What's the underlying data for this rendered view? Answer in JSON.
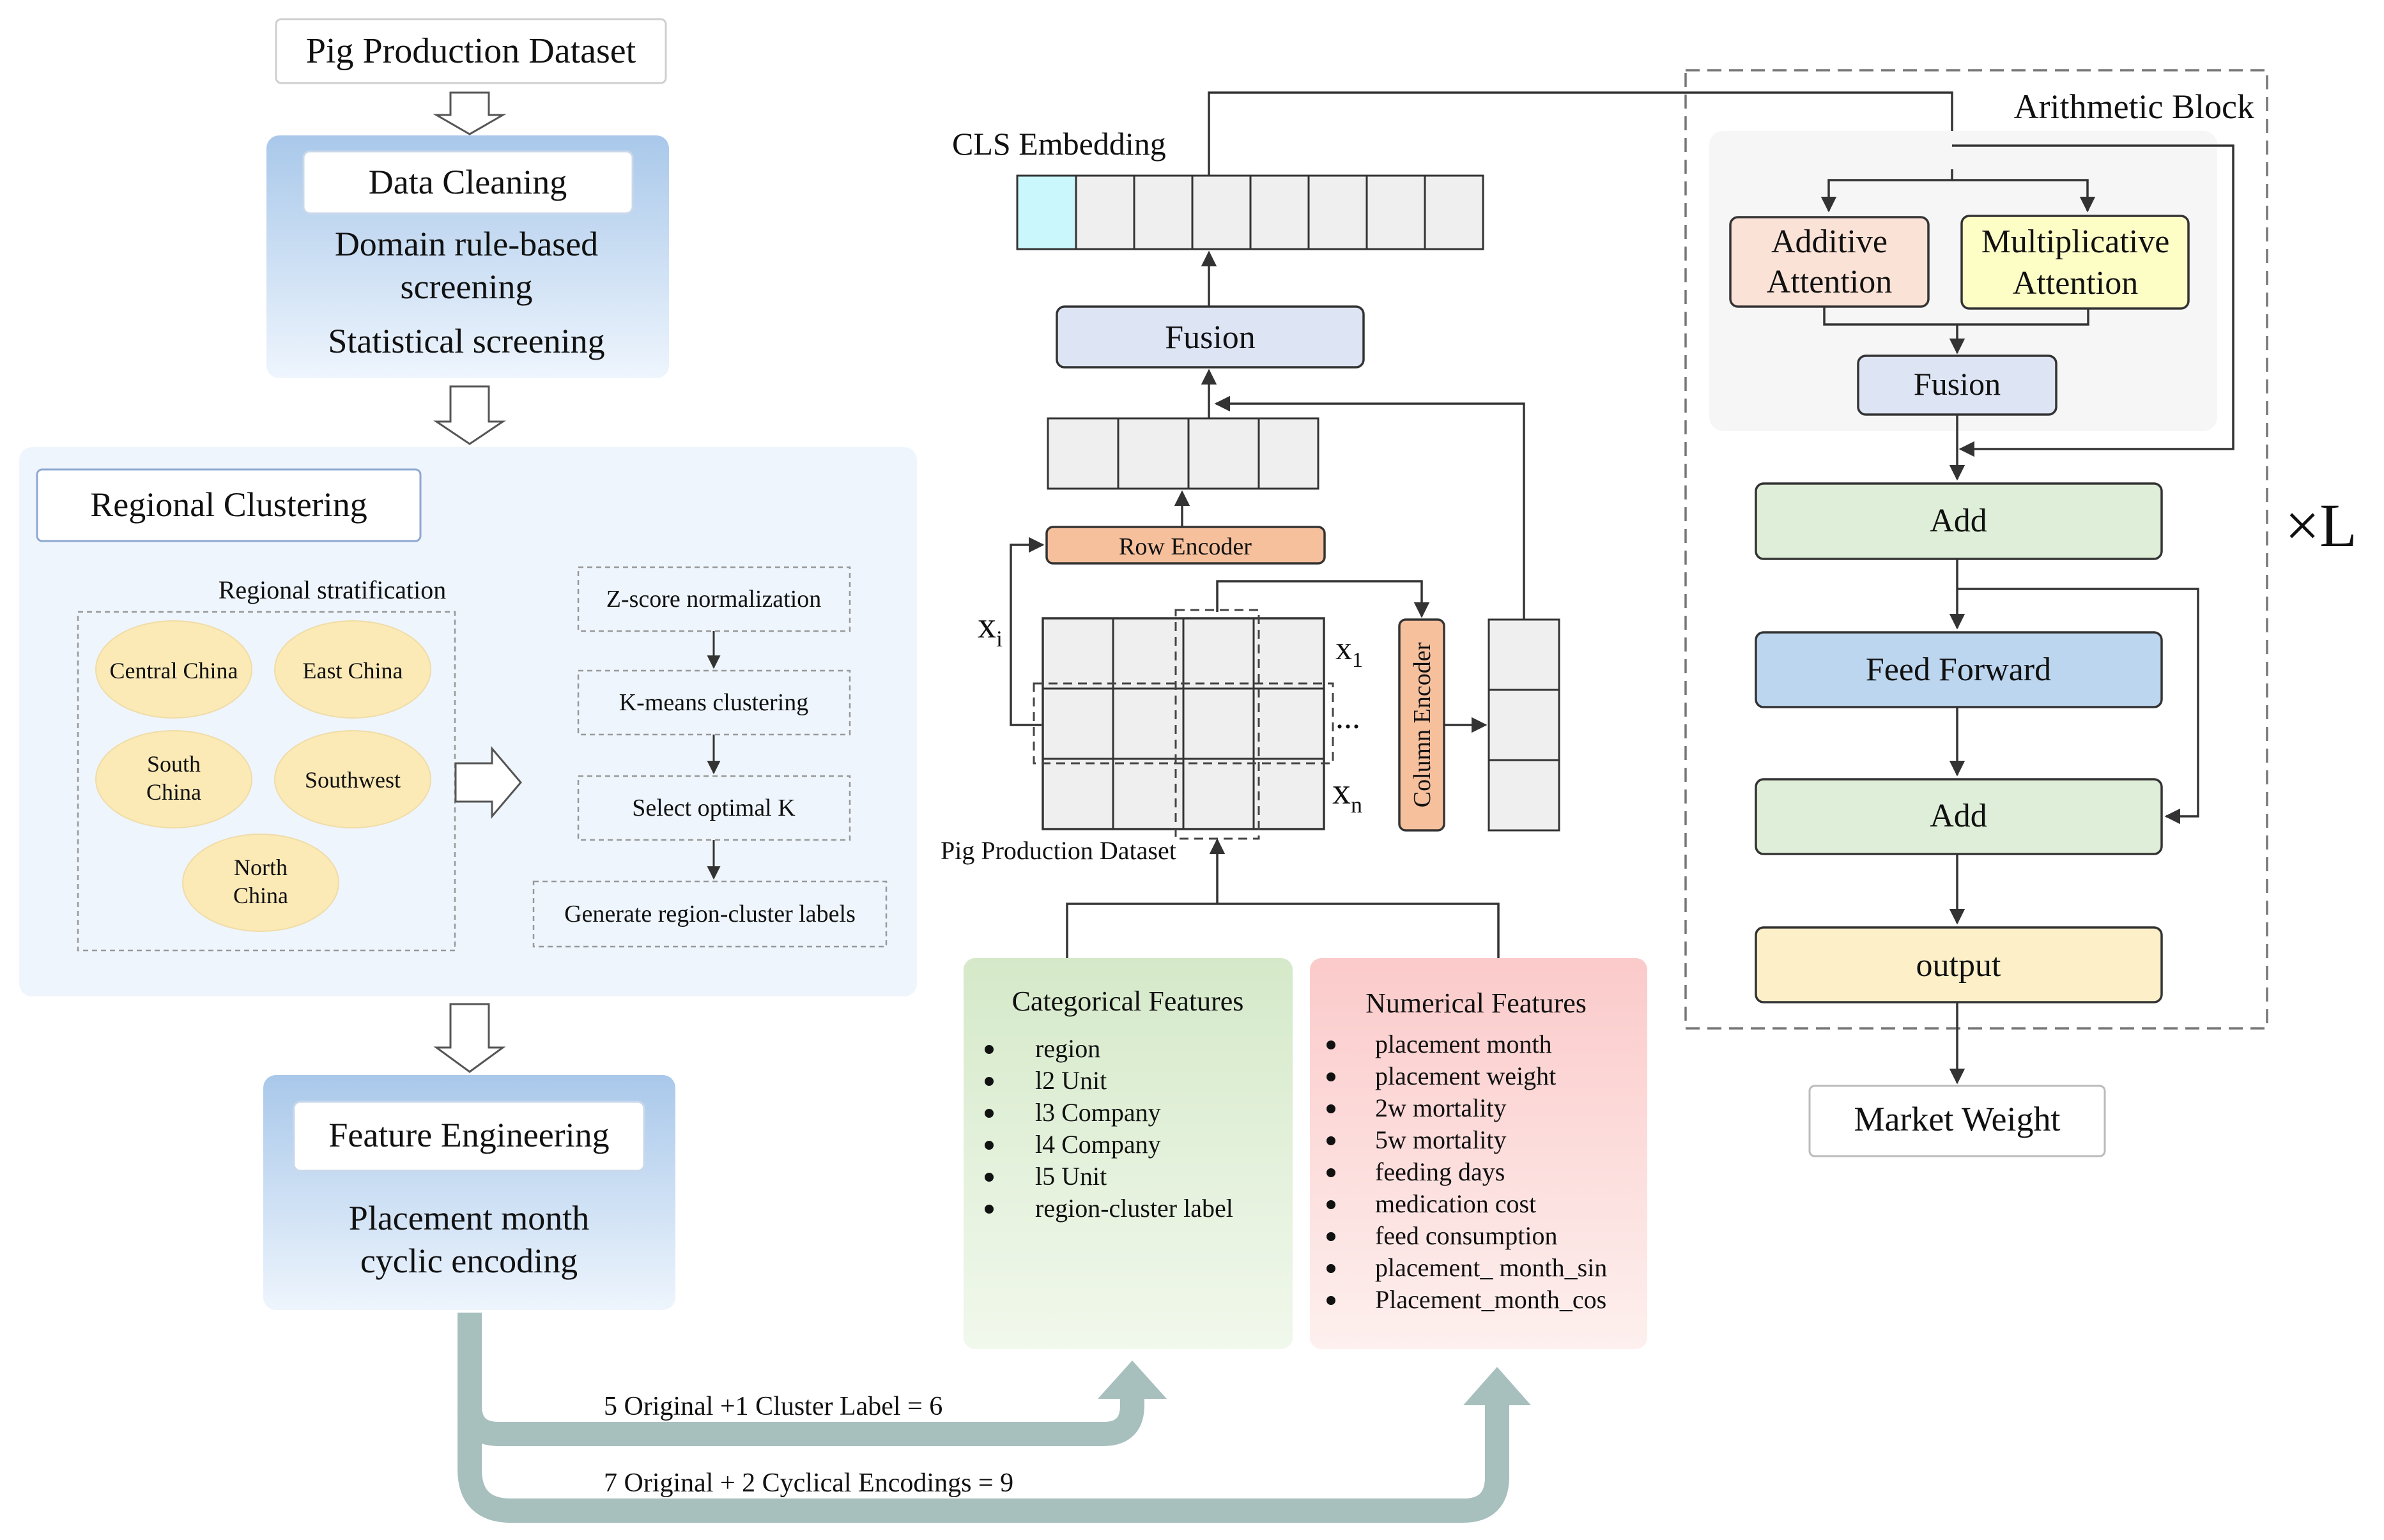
{
  "colors": {
    "panel_blue_top": "#a9c8ea",
    "panel_blue_bottom": "#eef5fd",
    "region_panel": "#f0f7fd",
    "region_ellipse": "#fbeab6",
    "cls_cell": "#c9f7fb",
    "cell_gray": "#efefef",
    "fusion": "#dde4f3",
    "row_encoder": "#f6c09d",
    "additive": "#fbe2d6",
    "multiplicative": "#fdfdc6",
    "add_box": "#dfeed8",
    "feed_forward": "#bdd6ef",
    "output_box": "#fdf0c9",
    "categorical": "#dcedd2",
    "numerical": "#fbd3d3",
    "big_arrow": "#a7bfbd",
    "line": "#333333"
  },
  "pipeline": {
    "dataset_title": "Pig Production Dataset",
    "cleaning": {
      "title": "Data Cleaning",
      "line1": "Domain rule-based",
      "line2": "screening",
      "line3": "Statistical screening"
    },
    "clustering": {
      "title": "Regional Clustering",
      "stratification_label": "Regional stratification",
      "regions": [
        "Central China",
        "East China",
        "South",
        "China",
        "Southwest",
        "North",
        "China"
      ],
      "steps": [
        "Z-score normalization",
        "K-means clustering",
        "Select optimal K",
        "Generate region-cluster labels"
      ]
    },
    "feature_engineering": {
      "title": "Feature Engineering",
      "line1": "Placement month",
      "line2": "cyclic encoding"
    },
    "flow_labels": {
      "categorical_count": "5 Original +1 Cluster Label = 6",
      "numerical_count": "7 Original + 2 Cyclical Encodings = 9"
    }
  },
  "encoder": {
    "cls_label": "CLS Embedding",
    "fusion_label": "Fusion",
    "row_encoder_label": "Row Encoder",
    "column_encoder_label": "Column Encoder",
    "xi_label": "x",
    "xi_sub": "i",
    "x1_label": "x",
    "x1_sub": "1",
    "xn_label": "x",
    "xn_sub": "n",
    "ellipsis": "...",
    "dataset_caption": "Pig Production Dataset"
  },
  "features": {
    "categorical_title": "Categorical Features",
    "categorical": [
      "region",
      "l2 Unit",
      "l3 Company",
      "l4 Company",
      "l5 Unit",
      "region-cluster label"
    ],
    "numerical_title": "Numerical Features",
    "numerical": [
      "placement month",
      "placement weight",
      "2w mortality",
      "5w mortality",
      "feeding days",
      "medication cost",
      "feed consumption",
      "placement_ month_sin",
      "Placement_month_cos"
    ]
  },
  "arithmetic": {
    "title": "Arithmetic Block",
    "additive_line1": "Additive",
    "additive_line2": "Attention",
    "multiplicative_line1": "Multiplicative",
    "multiplicative_line2": "Attention",
    "fusion_label": "Fusion",
    "add1_label": "Add",
    "feed_forward_label": "Feed Forward",
    "add2_label": "Add",
    "output_label": "output",
    "repeat_label": "×L",
    "result_label": "Market Weight"
  }
}
